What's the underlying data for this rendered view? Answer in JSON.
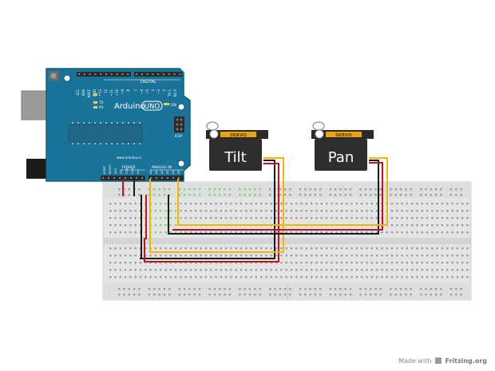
{
  "arduino": {
    "brand": "Arduino",
    "model": "UNO",
    "on_label": "ON",
    "l_label": "L",
    "tx_label": "TX",
    "rx_label": "RX",
    "icsp_label": "ICSP",
    "url": "www.arduino.cc",
    "digital_label": "DIGITAL",
    "power_label": "POWER",
    "analog_label": "ANALOG IN",
    "top_pins_left": [
      "SCL",
      "SDA",
      "AREF",
      "GND",
      "13",
      "12",
      "~11",
      "~10",
      "~9",
      "8"
    ],
    "top_pins_right": [
      "7",
      "~6",
      "~5",
      "4",
      "~3",
      "2",
      "TX 1",
      "RX 0"
    ],
    "bottom_pins_left": [
      "IOREF",
      "RESET",
      "3V3",
      "5V",
      "Gnd",
      "Gnd",
      "Vin"
    ],
    "bottom_pins_right": [
      "A0",
      "A1",
      "A2",
      "A3",
      "A4",
      "A5"
    ]
  },
  "servos": [
    {
      "name": "Tilt",
      "brand": "SERVO"
    },
    {
      "name": "Pan",
      "brand": "SERVO"
    }
  ],
  "wire_colors": {
    "power": "#c1121f",
    "ground": "#1a1a1a",
    "signal": "#f2b705"
  },
  "footer": {
    "made_with": "Made with",
    "site": "Fritzing.org"
  }
}
